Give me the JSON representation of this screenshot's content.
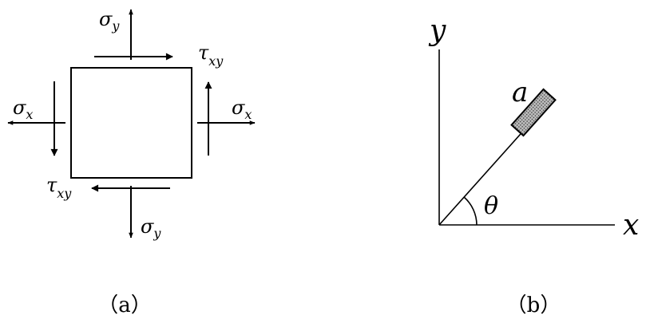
{
  "panel_a": {
    "caption": "（a）",
    "stress_x": "σ",
    "sub_x": "x",
    "stress_y": "σ",
    "sub_y": "y",
    "shear": "τ",
    "sub_xy": "xy"
  },
  "panel_b": {
    "caption": "（b）",
    "axis_x": "x",
    "axis_y": "y",
    "angle": "θ",
    "gauge": "a",
    "gauge_fill": "#8a8a8a"
  }
}
